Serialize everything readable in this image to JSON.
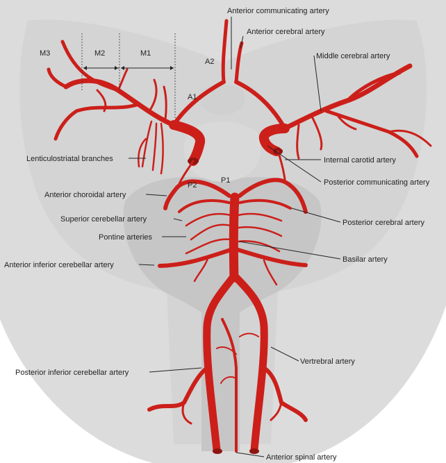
{
  "colors": {
    "artery": "#cc1f1a",
    "artery_highlight": "#e8463b",
    "background_outer": "#dcdcdc",
    "brain_shadow": "#c7c7c7",
    "text": "#222222"
  },
  "labels": {
    "acomm": "Anterior communicating artery",
    "aca": "Anterior cerebral artery",
    "mca": "Middle cerebral artery",
    "a2": "A2",
    "a1": "A1",
    "m1": "M1",
    "m2": "M2",
    "m3": "M3",
    "lenticulostriate": "Lenticulostriatal branches",
    "ica": "Internal carotid artery",
    "pcomm": "Posterior communicating artery",
    "p1": "P1",
    "p2": "P2",
    "anterior_choroidal": "Anterior choroidal artery",
    "superior_cerebellar": "Superior cerebellar artery",
    "pca": "Posterior cerebral artery",
    "pontine": "Pontine arteries",
    "basilar": "Basilar artery",
    "aica": "Anterior inferior cerebellar artery",
    "vertebral": "Vertrebral artery",
    "pica": "Posterior inferior cerebellar artery",
    "anterior_spinal": "Anterior spinal artery"
  }
}
